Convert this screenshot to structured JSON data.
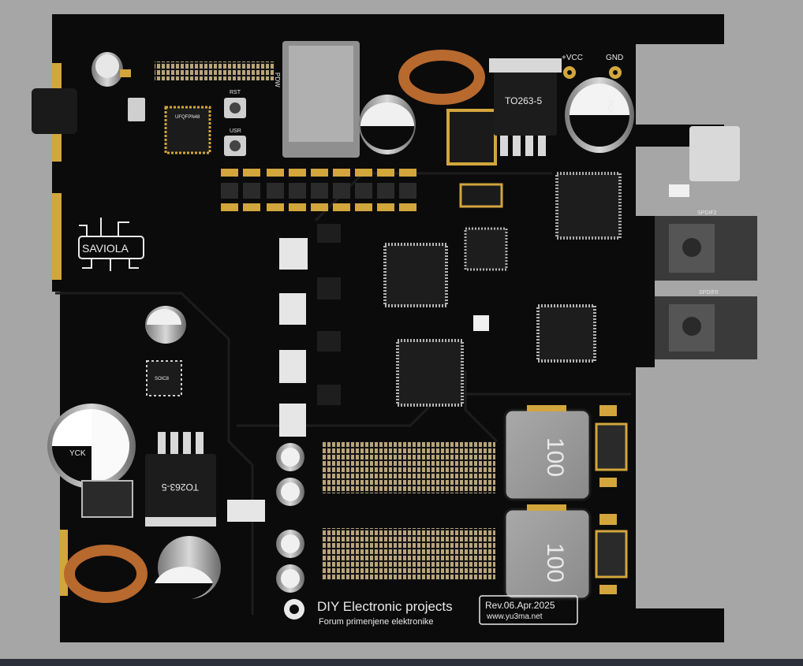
{
  "labels": {
    "header_pins": "",
    "power_connector": "PDW",
    "button_rst": "RST",
    "button_usr": "USR",
    "vcc": "+VCC",
    "gnd": "GND",
    "regulator_top": "TO263-5",
    "regulator_bottom": "TO263-5",
    "cap_yck_top": "YCK",
    "cap_yck_left": "YCK",
    "inductor_top": "100",
    "inductor_bottom": "100",
    "spdif_top": "SPDIF2",
    "spdif_bottom": "SPDIF0",
    "logo_text": "SAVIOLA",
    "brand_title": "DIY Electronic projects",
    "brand_subtitle": "Forum primenjene elektronike",
    "revision": "Rev.06.Apr.2025",
    "website": "www.yu3ma.net",
    "mcu_left_mark": "UFQFPN48",
    "ic_soic": "SOIC8"
  },
  "colors": {
    "background": "#a6a6a6",
    "pcb": "#0b0b0b",
    "pad_gold": "#d2a63c",
    "silkscreen": "#e9e9e9",
    "copper_coil": "#b8692e"
  }
}
